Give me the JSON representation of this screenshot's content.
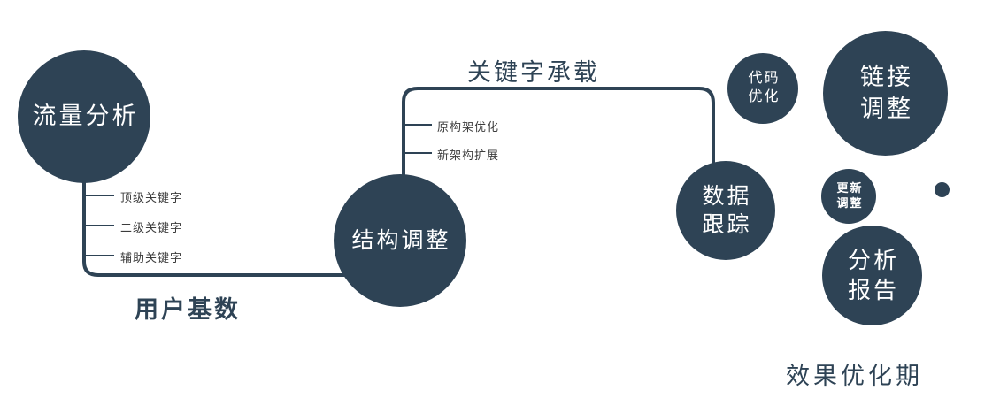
{
  "diagram": {
    "nodes": {
      "traffic_analysis": {
        "lines": [
          "流量分析"
        ]
      },
      "structure_adjust": {
        "lines": [
          "结构调整"
        ]
      },
      "data_tracking": {
        "lines": [
          "数据",
          "跟踪"
        ]
      },
      "code_optimization": {
        "lines": [
          "代码",
          "优化"
        ]
      },
      "link_adjustment": {
        "lines": [
          "链接",
          "调整"
        ]
      },
      "update_adjustment": {
        "lines": [
          "更新",
          "调整"
        ]
      },
      "analysis_report": {
        "lines": [
          "分析",
          "报告"
        ]
      }
    },
    "edge_labels": {
      "user_base": "用户基数",
      "keyword_carrying": "关键字承载"
    },
    "traffic_branches": [
      "顶级关键字",
      "二级关键字",
      "辅助关键字"
    ],
    "structure_branches": [
      "原构架优化",
      "新架构扩展"
    ],
    "phase_label": "效果优化期",
    "colors": {
      "primary": "#2e4355",
      "node_text": "#ffffff",
      "background": "#ffffff"
    }
  }
}
